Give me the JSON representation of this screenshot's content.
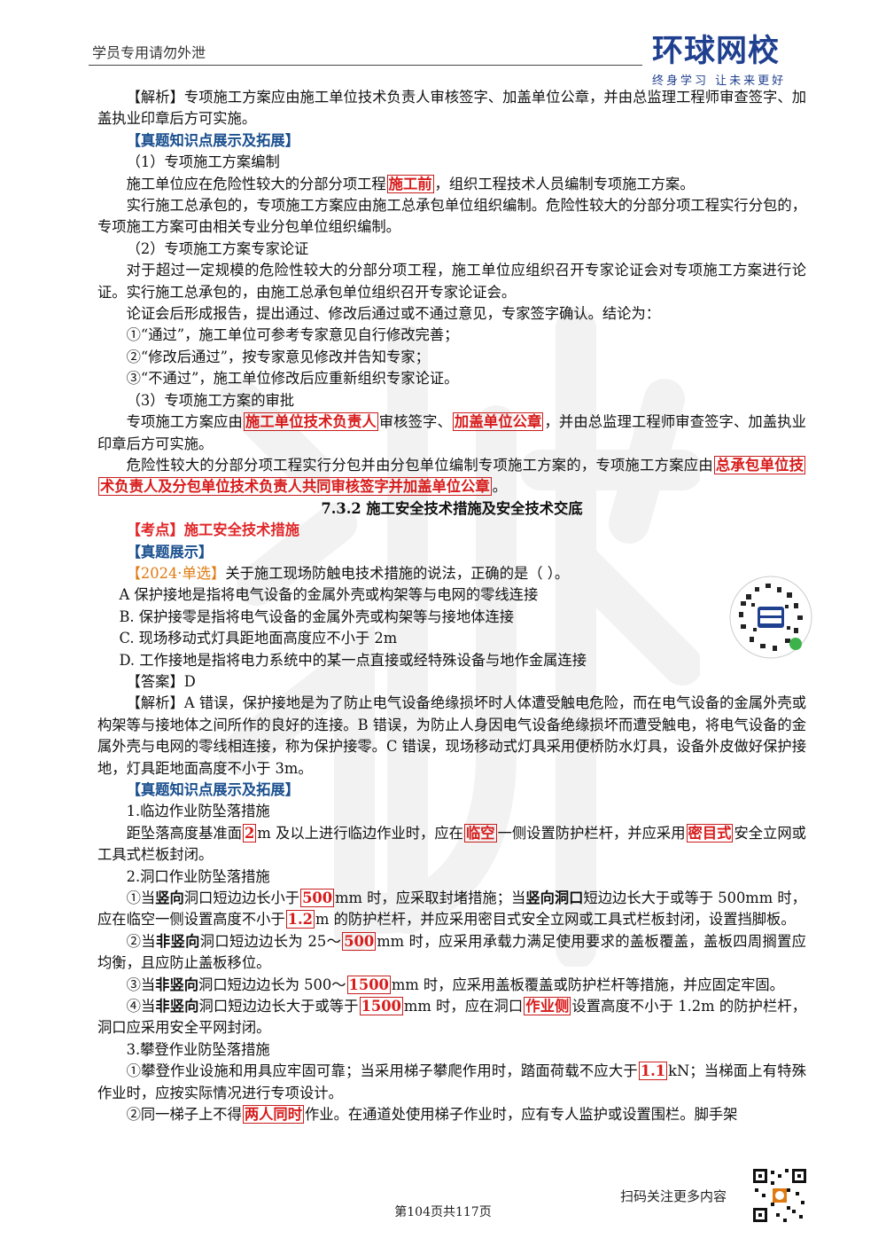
{
  "header": {
    "note": "学员专用请勿外泄",
    "logo_main": "环球网校",
    "logo_sub": "终身学习 让未来更好"
  },
  "body": {
    "p1": {
      "a": "【解析】专项施工方案应由施工单位技术负责人审核签字、加盖单位公章，并由总监理工程师审查签字、加盖执业印章后方可实施。"
    },
    "p2": {
      "a": "【真题知识点展示及拓展】"
    },
    "p3": {
      "a": "（1）专项施工方案编制"
    },
    "p4": {
      "a": "施工单位应在危险性较大的分部分项工程",
      "h1": "施工前",
      "b": "，组织工程技术人员编制专项施工方案。"
    },
    "p5": {
      "a": "实行施工总承包的，专项施工方案应由施工总承包单位组织编制。危险性较大的分部分项工程实行分包的，专项施工方案可由相关专业分包单位组织编制。"
    },
    "p6": {
      "a": "（2）专项施工方案专家论证"
    },
    "p7": {
      "a": "对于超过一定规模的危险性较大的分部分项工程，施工单位应组织召开专家论证会对专项施工方案进行论证。实行施工总承包的，由施工总承包单位组织召开专家论证会。"
    },
    "p8": {
      "a": "论证会后形成报告，提出通过、修改后通过或不通过意见，专家签字确认。结论为："
    },
    "p9": {
      "a": "①“通过”，施工单位可参考专家意见自行修改完善；"
    },
    "p10": {
      "a": "②“修改后通过”，按专家意见修改并告知专家；"
    },
    "p11": {
      "a": "③“不通过”，施工单位修改后应重新组织专家论证。"
    },
    "p12": {
      "a": "（3）专项施工方案的审批"
    },
    "p13": {
      "a": "专项施工方案应由",
      "h1": "施工单位技术负责人",
      "b": "审核签字、",
      "h2": "加盖单位公章",
      "c": "，并由总监理工程师审查签字、加盖执业印章后方可实施。"
    },
    "p14": {
      "a": "危险性较大的分部分项工程实行分包并由分包单位编制专项施工方案的，专项施工方案应由",
      "h1": "总承包单位技术负责人及分包单位技术负责人共同审核签字并加盖单位公章",
      "b": "。"
    },
    "p15": {
      "a": "7.3.2 施工安全技术措施及安全技术交底"
    },
    "p16": {
      "a": "【考点】施工安全技术措施"
    },
    "p17": {
      "a": "【真题展示】"
    },
    "p18": {
      "a": "【2024·单选】",
      "b": "关于施工现场防触电技术措施的说法，正确的是（    ）。"
    },
    "p19": {
      "a": "A 保护接地是指将电气设备的金属外壳或构架等与电网的零线连接"
    },
    "p20": {
      "a": "B. 保护接零是指将电气设备的金属外壳或构架等与接地体连接"
    },
    "p21": {
      "a": "C. 现场移动式灯具距地面高度应不小于 2m"
    },
    "p22": {
      "a": "D. 工作接地是指将电力系统中的某一点直接或经特殊设备与地作金属连接"
    },
    "p23": {
      "a": "【答案】D"
    },
    "p24": {
      "a": "【解析】A 错误，保护接地是为了防止电气设备绝缘损坏时人体遭受触电危险，而在电气设备的金属外壳或构架等与接地体之间所作的良好的连接。B 错误，为防止人身因电气设备绝缘损坏而遭受触电，将电气设备的金属外壳与电网的零线相连接，称为保护接零。C 错误，现场移动式灯具采用便桥防水灯具，设备外皮做好保护接地，灯具距地面高度不小于 3m。"
    },
    "p25": {
      "a": "【真题知识点展示及拓展】"
    },
    "p26": {
      "a": "1.临边作业防坠落措施"
    },
    "p27": {
      "a": "距坠落高度基准面",
      "h1": "2",
      "b": "m 及以上进行临边作业时，应在",
      "h2": "临空",
      "c": "一侧设置防护栏杆，并应采用",
      "h3": "密目式",
      "d": "安全立网或工具式栏板封闭。"
    },
    "p28": {
      "a": "2.洞口作业防坠落措施"
    },
    "p29": {
      "a": "①当",
      "b1": "竖向",
      "b": "洞口短边边长小于",
      "h1": "500",
      "c": "mm 时，应采取封堵措施；当",
      "b2": "竖向洞口",
      "d": "短边边长大于或等于 500mm 时，应在临空一侧设置高度不小于",
      "h2": "1.2",
      "e": "m 的防护栏杆，并应采用密目式安全立网或工具式栏板封闭，设置挡脚板。"
    },
    "p30": {
      "a": "②当",
      "b1": "非竖向",
      "b": "洞口短边边长为 25～",
      "h1": "500",
      "c": "mm 时，应采用承载力满足使用要求的盖板覆盖，盖板四周搁置应均衡，且应防止盖板移位。"
    },
    "p31": {
      "a": "③当",
      "b1": "非竖向",
      "b": "洞口短边边长为 500～",
      "h1": "1500",
      "c": "mm 时，应采用盖板覆盖或防护栏杆等措施，并应固定牢固。"
    },
    "p32": {
      "a": "④当",
      "b1": "非竖向",
      "b": "洞口短边边长大于或等于",
      "h1": "1500",
      "c": "mm 时，应在洞口",
      "h2": "作业侧",
      "d": "设置高度不小于 1.2m 的防护栏杆，洞口应采用安全平网封闭。"
    },
    "p33": {
      "a": "3.攀登作业防坠落措施"
    },
    "p34": {
      "a": "①攀登作业设施和用具应牢固可靠；当采用梯子攀爬作用时，踏面荷载不应大于",
      "h1": "1.1",
      "b": "kN；当梯面上有特殊作业时，应按实际情况进行专项设计。"
    },
    "p35": {
      "a": "②同一梯子上不得",
      "h1": "两人同时",
      "b": "作业。在通道处使用梯子作业时，应有专人监护或设置围栏。脚手架"
    }
  },
  "footer": {
    "scan_text": "扫码关注更多内容",
    "page_num": "第104页共117页"
  },
  "colors": {
    "blue": "#1a4f8f",
    "red": "#e0282a",
    "brand": "#1f3f8f"
  }
}
